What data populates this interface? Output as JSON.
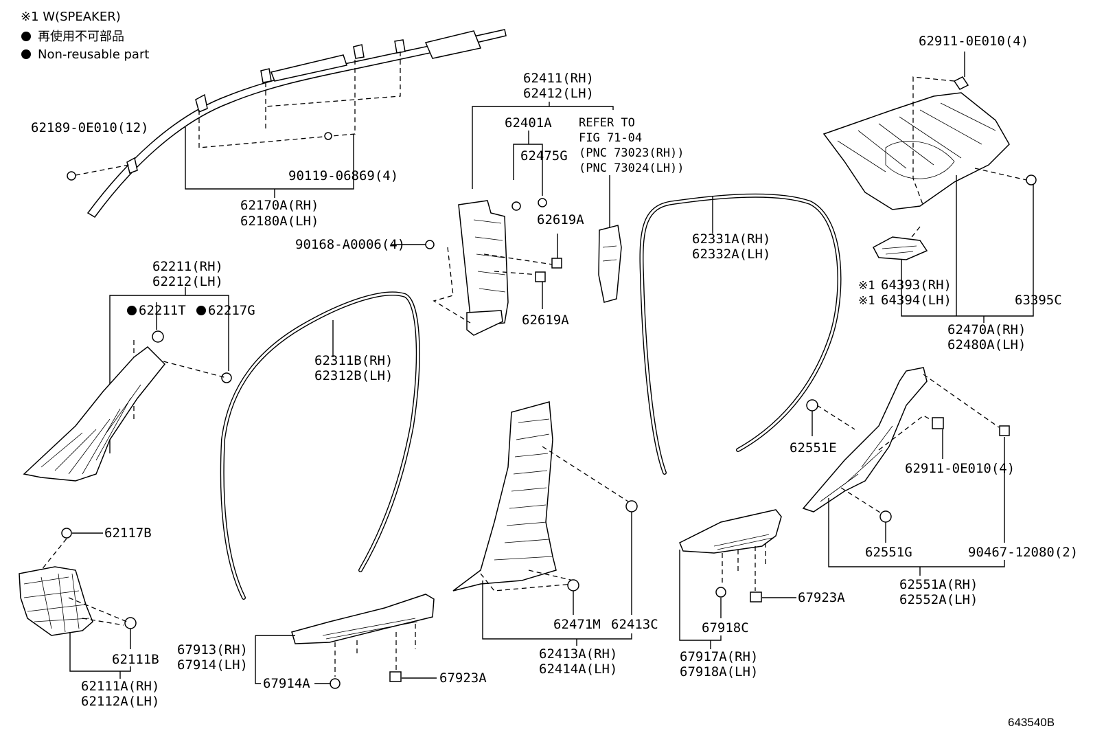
{
  "legend": {
    "note_w": "※1 W(SPEAKER)",
    "non_reusable_jp": "再使用不可部品",
    "non_reusable_en": "Non-reusable part"
  },
  "labels": {
    "p62189": "62189-0E010(12)",
    "p90119": "90119-06869(4)",
    "p62170": "62170A(RH)",
    "p62180": "62180A(LH)",
    "p62411": "62411(RH)",
    "p62412": "62412(LH)",
    "p62401": "62401A",
    "p62475": "62475G",
    "ref1": "REFER TO",
    "ref2": "FIG 71-04",
    "ref3": "(PNC 73023(RH))",
    "ref4": "(PNC 73024(LH))",
    "p62619a_top": "62619A",
    "p62619a_bot": "62619A",
    "p90168": "90168-A0006(4)",
    "p62211": "62211(RH)",
    "p62212": "62212(LH)",
    "p62211t": "62211T",
    "p62217g": "62217G",
    "p62311": "62311B(RH)",
    "p62312": "62312B(LH)",
    "p62331": "62331A(RH)",
    "p62332": "62332A(LH)",
    "p62911_top": "62911-0E010(4)",
    "p64393": "64393(RH)",
    "p64394": "64394(LH)",
    "mark1a": "※1",
    "mark1b": "※1",
    "p63395": "63395C",
    "p62470": "62470A(RH)",
    "p62480": "62480A(LH)",
    "p62551e": "62551E",
    "p62911_mid": "62911-0E010(4)",
    "p62551g": "62551G",
    "p90467": "90467-12080(2)",
    "p62551a": "62551A(RH)",
    "p62552a": "62552A(LH)",
    "p62117b": "62117B",
    "p62111b": "62111B",
    "p62111a": "62111A(RH)",
    "p62112a": "62112A(LH)",
    "p67913": "67913(RH)",
    "p67914": "67914(LH)",
    "p67914a": "67914A",
    "p67923a_l": "67923A",
    "p62471m": "62471M",
    "p62413c": "62413C",
    "p62413a": "62413A(RH)",
    "p62414a": "62414A(LH)",
    "p67917a": "67917A(RH)",
    "p67918a": "67918A(LH)",
    "p67918c": "67918C",
    "p67923a_r": "67923A",
    "diagram_id": "643540B"
  }
}
